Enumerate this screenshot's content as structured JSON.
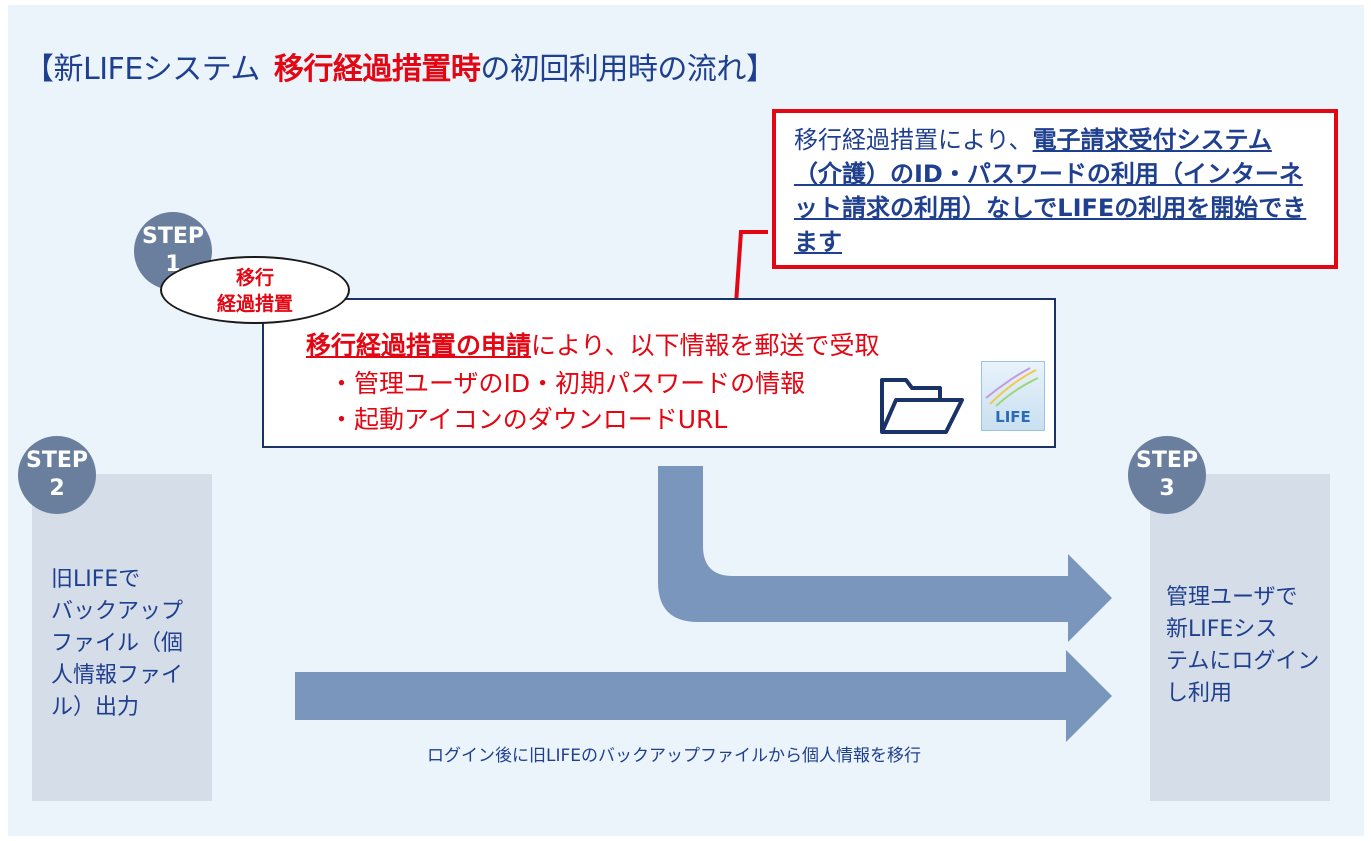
{
  "title": {
    "prefix": "【新LIFEシステム",
    "highlight": "移行経過措置時",
    "suffix": "の初回利用時の流れ】"
  },
  "callout": {
    "lead": "移行経過措置により、",
    "bold": "電子請求受付システム（介護）のID・パスワードの利用（インターネット請求の利用）なしでLIFEの利用を開始できます"
  },
  "step1": {
    "badge_word": "STEP",
    "badge_num": "1",
    "oval_line1": "移行",
    "oval_line2": "経過措置",
    "application_bold": "移行経過措置の申請",
    "application_rest": "により、以下情報を郵送で受取",
    "bullet1": "・管理ユーザのID・初期パスワードの情報",
    "bullet2": "・起動アイコンのダウンロードURL",
    "logo_text": "LIFE"
  },
  "step2": {
    "badge_word": "STEP",
    "badge_num": "2",
    "line1": "旧LIFEで",
    "line2": "バックアップ",
    "line3": "ファイル（個",
    "line4": "人情報ファイ",
    "line5": "ル）出力"
  },
  "step3": {
    "badge_word": "STEP",
    "badge_num": "3",
    "line1": "管理ユーザで",
    "line2": "新LIFEシス",
    "line3": "テムにログイン",
    "line4": "し利用"
  },
  "caption": "ログイン後に旧LIFEのバックアップファイルから個人情報を移行",
  "colors": {
    "accent_red": "#e30613",
    "text_blue": "#1f3f8f",
    "arrow": "#7b96bd",
    "badge": "#6a7f9e",
    "panel": "#d5dde8",
    "background": "#ebf4fb"
  },
  "icons": {
    "folder": "folder-icon",
    "life_logo": "life-logo"
  }
}
